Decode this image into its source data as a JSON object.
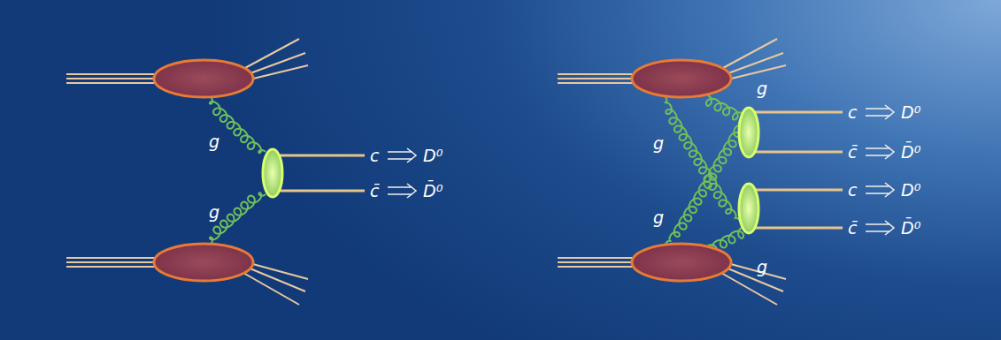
{
  "diagram": {
    "labels": [
      "g",
      "c",
      "D⁰",
      "c̄",
      "D̄⁰",
      "g",
      "g",
      "c",
      "D⁰",
      "g",
      "c̄",
      "D̄⁰",
      "c",
      "D⁰",
      "g",
      "c̄",
      "D̄⁰",
      "g"
    ]
  }
}
